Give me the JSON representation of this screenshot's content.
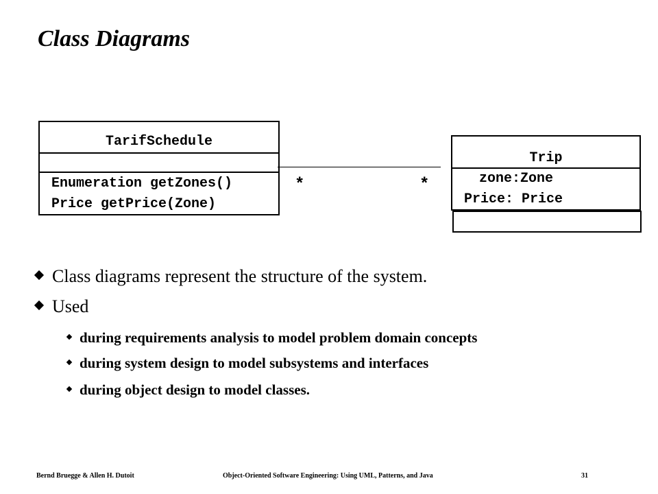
{
  "slide": {
    "title": "Class Diagrams"
  },
  "diagram": {
    "tarif_schedule": {
      "name": "TarifSchedule",
      "attributes": [],
      "operations": [
        "Enumeration getZones()",
        "Price getPrice(Zone)"
      ]
    },
    "trip": {
      "name": "Trip",
      "attributes": [
        "zone:Zone",
        "Price: Price"
      ],
      "operations": []
    },
    "association": {
      "left_multiplicity": "*",
      "right_multiplicity": "*"
    }
  },
  "bullets": [
    {
      "text": "Class diagrams represent the structure of the system.",
      "sub": []
    },
    {
      "text": "Used",
      "sub": [
        "during requirements analysis to model problem domain concepts",
        "during system design to model subsystems and interfaces",
        "during object design to model classes."
      ]
    }
  ],
  "footer": {
    "authors": "Bernd Bruegge & Allen H. Dutoit",
    "book": "Object-Oriented Software Engineering: Using UML, Patterns, and Java",
    "page": "31"
  }
}
